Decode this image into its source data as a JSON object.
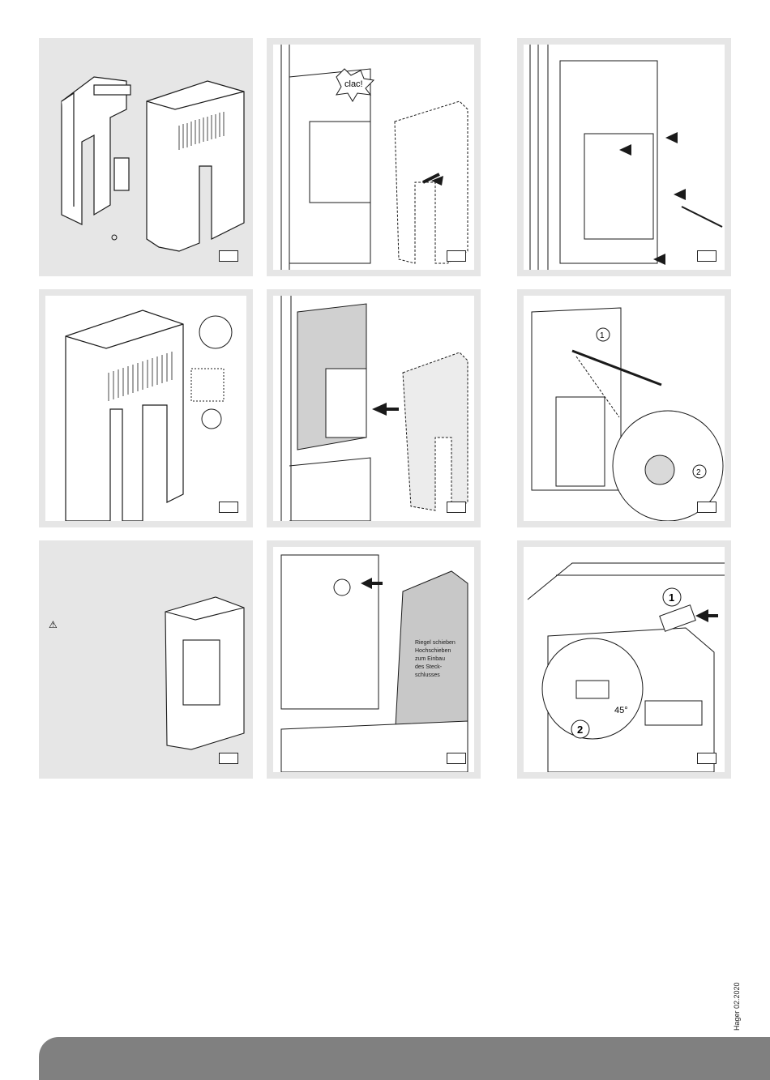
{
  "figures": [
    {
      "id": "fig-1",
      "label": ""
    },
    {
      "id": "fig-2",
      "label": "clac!"
    },
    {
      "id": "fig-3",
      "label": ""
    },
    {
      "id": "fig-4",
      "label": ""
    },
    {
      "id": "fig-5",
      "label": ""
    },
    {
      "id": "fig-6",
      "callout_1": "1",
      "callout_2": "2"
    },
    {
      "id": "fig-7",
      "warning": "⚠"
    },
    {
      "id": "fig-8",
      "label_lines": [
        "Riegel schieben",
        "Hochschieben",
        "zum Einbau",
        "des Steck-",
        "schlusses"
      ]
    },
    {
      "id": "fig-9",
      "callout_1": "1",
      "callout_2": "2",
      "angle": "45°"
    }
  ],
  "imprint": "Hager 02.2020",
  "colors": {
    "panel_bg": "#e6e6e6",
    "line": "#1a1a1a",
    "footer_bar": "#808080"
  }
}
